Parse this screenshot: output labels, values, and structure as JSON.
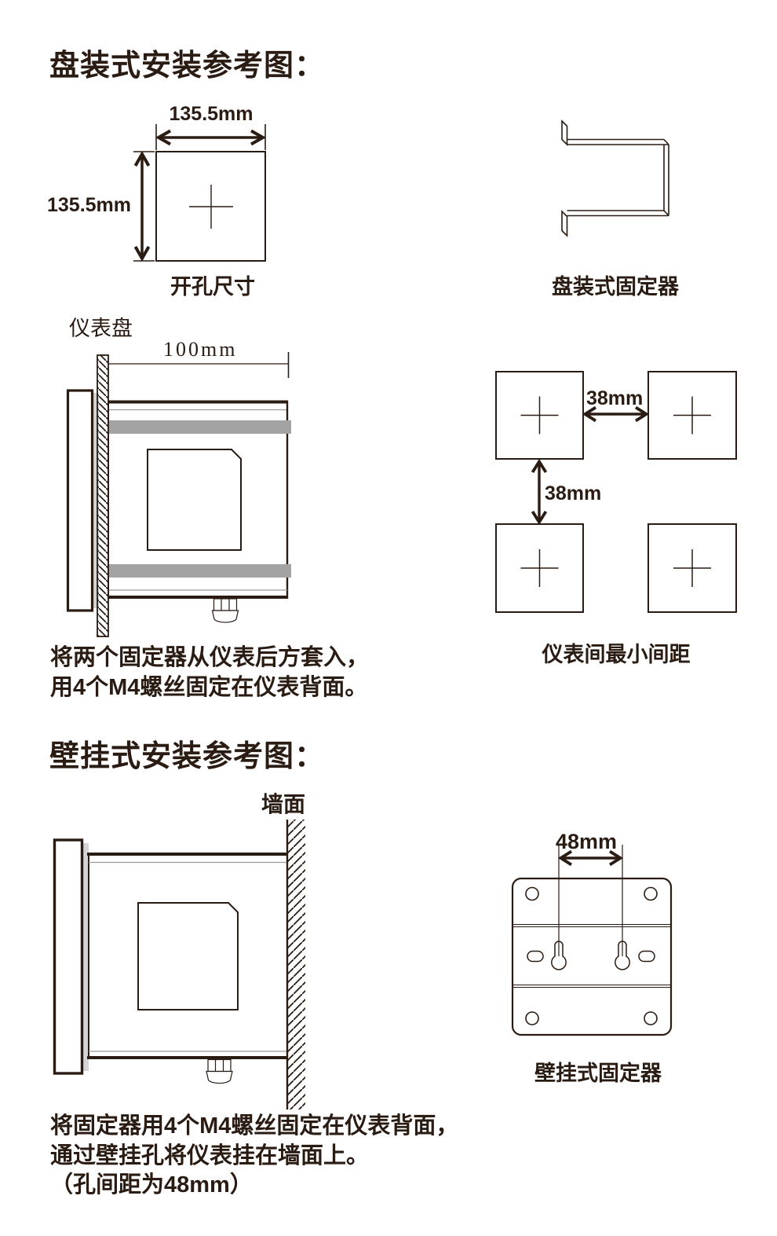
{
  "colors": {
    "ink": "#2a1b13",
    "band_gray": "#a3a3a3",
    "sliver_gray": "#d4d4d4",
    "thin_gray": "#9b9b9b"
  },
  "section_panel": {
    "title": "盘装式安装参考图：",
    "cutout_width": "135.5mm",
    "cutout_height": "135.5mm",
    "cutout_caption": "开孔尺寸",
    "bracket_caption": "盘装式固定器",
    "panel_label": "仪表盘",
    "depth_label": "100mm",
    "gap_h": "38mm",
    "gap_v": "38mm",
    "spacing_caption": "仪表间最小间距",
    "note1": "将两个固定器从仪表后方套入，",
    "note2": "用4个M4螺丝固定在仪表背面。"
  },
  "section_wall": {
    "title": "壁挂式安装参考图：",
    "wall_label": "墙面",
    "hole_gap": "48mm",
    "bracket_caption": "壁挂式固定器",
    "note1": "将固定器用4个M4螺丝固定在仪表背面，",
    "note2": "通过壁挂孔将仪表挂在墙面上。",
    "note3": "（孔间距为48mm）"
  }
}
